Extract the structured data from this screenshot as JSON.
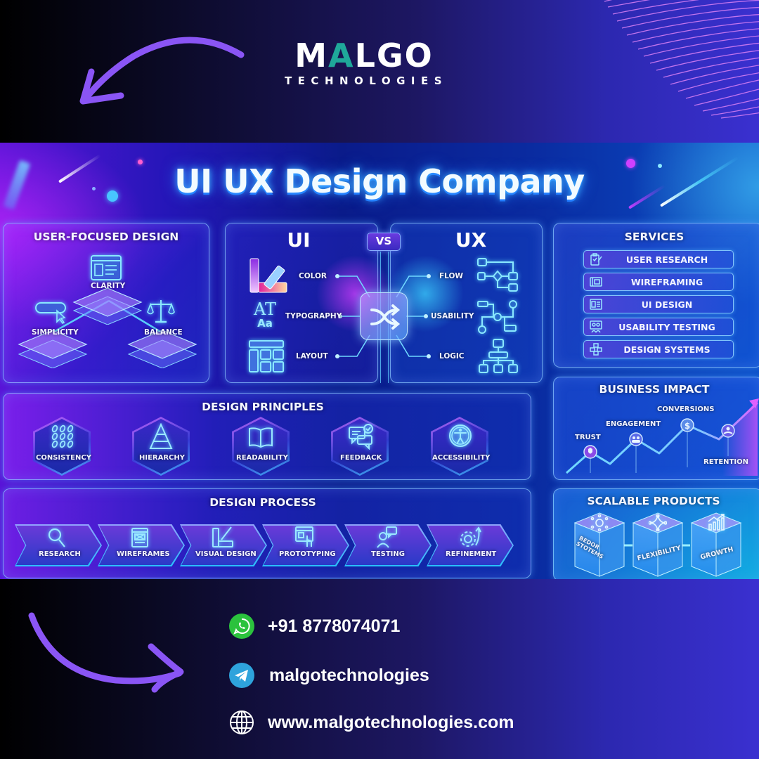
{
  "brand": {
    "name_prefix": "M",
    "name_accent": "A",
    "name_suffix": "LGO",
    "tagline": "TECHNOLOGIES",
    "accent_color": "#1fa89a"
  },
  "banner": {
    "title": "UI UX Design Company",
    "user_focused": {
      "title": "USER-FOCUSED DESIGN",
      "items": [
        {
          "label": "CLARITY",
          "icon": "browser-window-icon"
        },
        {
          "label": "SIMPLICITY",
          "icon": "button-cursor-icon"
        },
        {
          "label": "BALANCE",
          "icon": "scales-icon"
        }
      ]
    },
    "ui_vs_ux": {
      "ui_title": "UI",
      "vs_label": "VS",
      "ux_title": "UX",
      "ui_items": [
        {
          "label": "COLOR",
          "icon": "color-swatch-icon"
        },
        {
          "label": "TYPOGRAPHY",
          "icon": "typography-icon"
        },
        {
          "label": "LAYOUT",
          "icon": "layout-grid-icon"
        }
      ],
      "ux_items": [
        {
          "label": "FLOW",
          "icon": "flowchart-icon"
        },
        {
          "label": "USABILITY",
          "icon": "user-flow-icon"
        },
        {
          "label": "LOGIC",
          "icon": "hierarchy-icon"
        }
      ],
      "typography_glyph_big": "AT",
      "typography_glyph_small": "Aa"
    },
    "services": {
      "title": "SERVICES",
      "items": [
        {
          "label": "USER RESEARCH",
          "icon": "clipboard-icon"
        },
        {
          "label": "WIREFRAMING",
          "icon": "wireframe-icon"
        },
        {
          "label": "UI DESIGN",
          "icon": "ui-layout-icon"
        },
        {
          "label": "USABILITY TESTING",
          "icon": "testing-users-icon"
        },
        {
          "label": "DESIGN SYSTEMS",
          "icon": "components-icon"
        }
      ]
    },
    "design_principles": {
      "title": "DESIGN PRINCIPLES",
      "items": [
        {
          "label": "CONSISTENCY",
          "icon": "pattern-grid-icon"
        },
        {
          "label": "HIERARCHY",
          "icon": "pyramid-icon"
        },
        {
          "label": "READABILITY",
          "icon": "open-book-icon"
        },
        {
          "label": "FEEDBACK",
          "icon": "chat-bubbles-icon"
        },
        {
          "label": "ACCESSIBILITY",
          "icon": "accessibility-icon"
        }
      ]
    },
    "business_impact": {
      "title": "BUSINESS IMPACT",
      "points": [
        {
          "label": "TRUST",
          "icon": "shield-check-icon"
        },
        {
          "label": "ENGAGEMENT",
          "icon": "users-icon"
        },
        {
          "label": "CONVERSIONS",
          "icon": "dollar-icon"
        },
        {
          "label": "RETENTION",
          "icon": "hand-user-icon"
        }
      ]
    },
    "design_process": {
      "title": "DESIGN PROCESS",
      "steps": [
        {
          "label": "RESEARCH",
          "icon": "magnifier-icon"
        },
        {
          "label": "WIREFRAMES",
          "icon": "wireframe-icon"
        },
        {
          "label": "VISUAL DESIGN",
          "icon": "palette-brush-icon"
        },
        {
          "label": "PROTOTYPING",
          "icon": "prototype-tap-icon"
        },
        {
          "label": "TESTING",
          "icon": "user-chat-icon"
        },
        {
          "label": "REFINEMENT",
          "icon": "gear-arrow-icon"
        }
      ]
    },
    "scalable_products": {
      "title": "SCALABLE PRODUCTS",
      "cubes": [
        {
          "label_line1": "BEDOR",
          "label_line2": "STOTEMS",
          "icon": "network-hub-icon"
        },
        {
          "label_line1": "FLEXIBILITY",
          "label_line2": "",
          "icon": "nodes-icon"
        },
        {
          "label_line1": "GROWTH",
          "label_line2": "",
          "icon": "growth-chart-icon"
        }
      ]
    }
  },
  "contact": {
    "phone": "+91 8778074071",
    "telegram": "malgotechnologies",
    "website": "www.malgotechnologies.com",
    "whatsapp_color": "#2bc23d",
    "telegram_color": "#2ea3dc"
  },
  "decor": {
    "arrow_color": "#8a55f5",
    "wave_color": "#d27cf2"
  }
}
